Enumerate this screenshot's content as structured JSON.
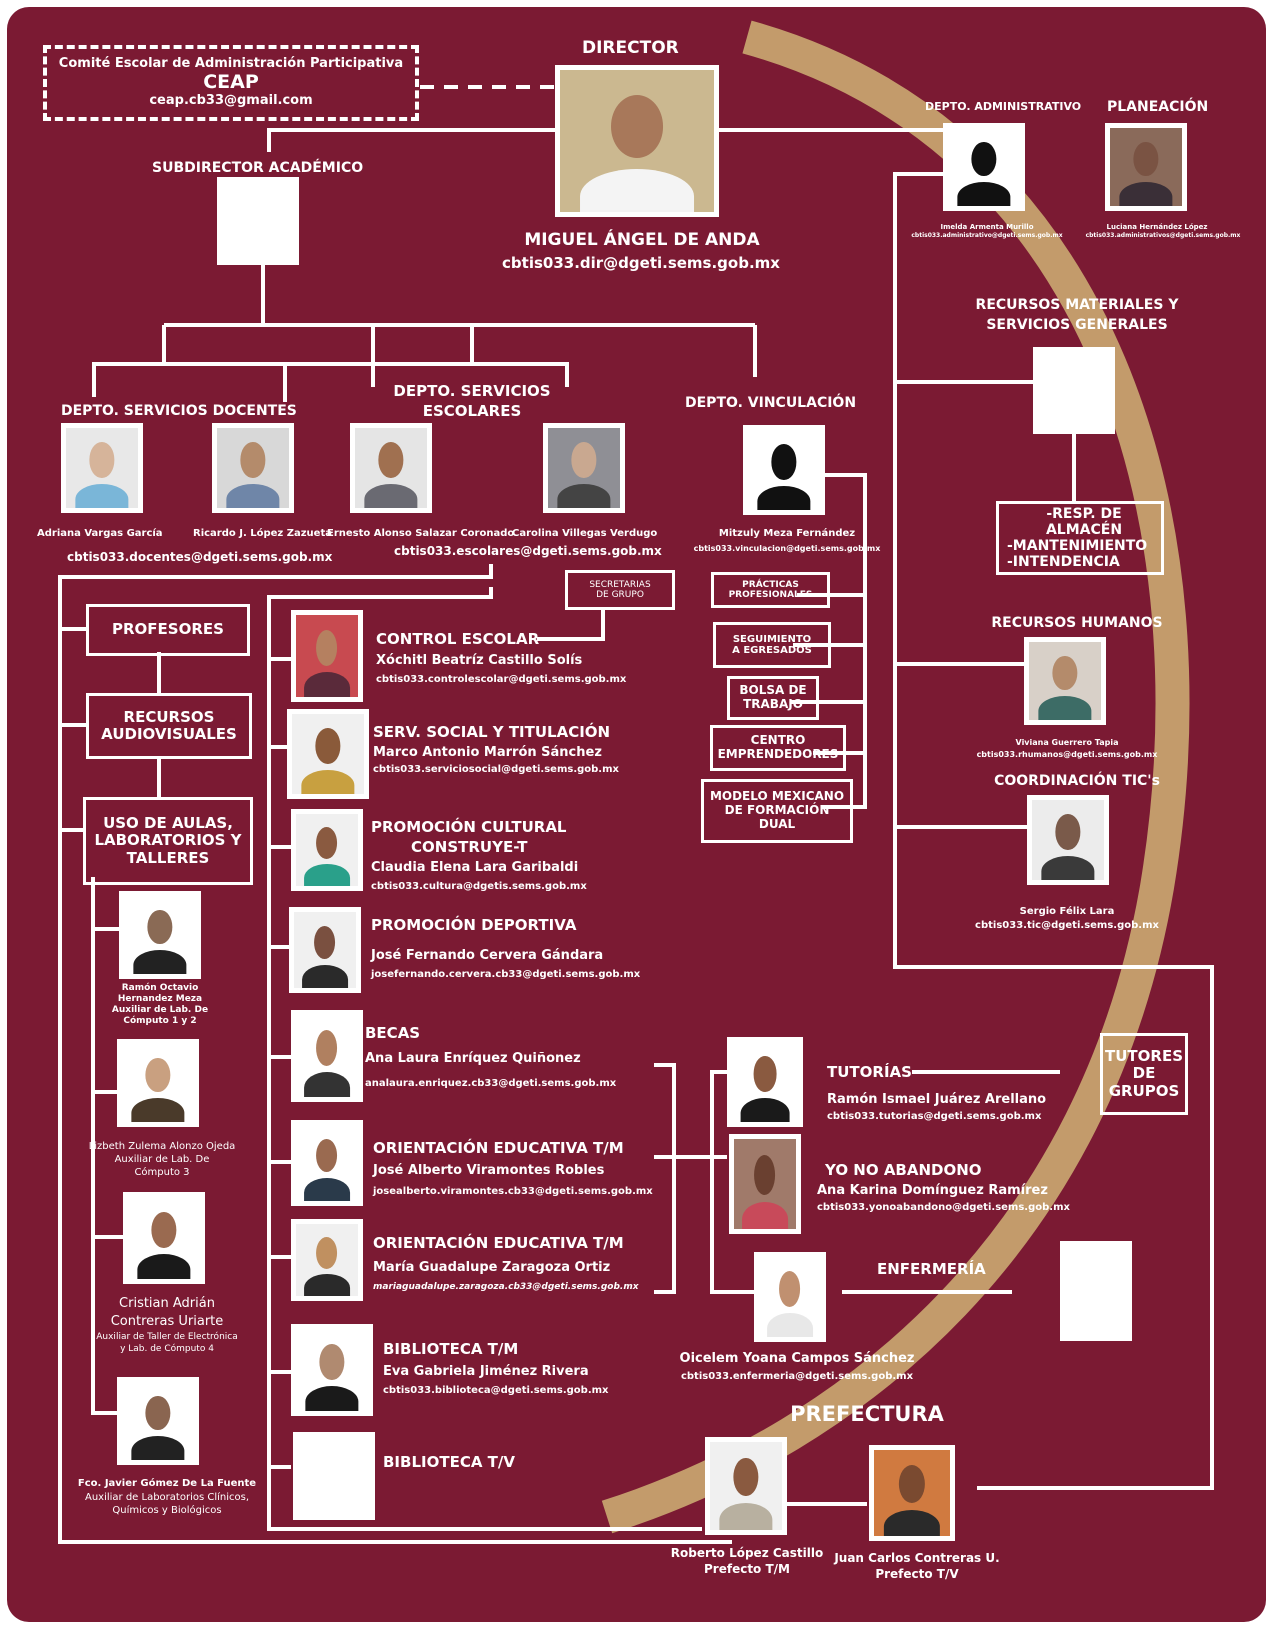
{
  "colors": {
    "background": "#7b1a33",
    "arc": "#c39b6b",
    "lines": "#ffffff"
  },
  "ceap": {
    "line1": "Comité Escolar de Administración Participativa",
    "line2": "CEAP",
    "email": "ceap.cb33@gmail.com"
  },
  "director": {
    "title": "DIRECTOR",
    "name": "MIGUEL ÁNGEL DE ANDA",
    "email": "cbtis033.dir@dgeti.sems.gob.mx"
  },
  "subdirector": {
    "title": "SUBDIRECTOR ACADÉMICO"
  },
  "admin": {
    "title": "DEPTO. ADMINISTRATIVO",
    "name": "Imelda Armenta Murillo",
    "email": "cbtis033.administrativo@dgeti.sems.gob.mx"
  },
  "planeacion": {
    "title": "PLANEACIÓN",
    "name": "Luciana Hernández López",
    "email": "cbtis033.administrativos@dgeti.sems.gob.mx"
  },
  "recursos_materiales": {
    "title1": "RECURSOS MATERIALES Y",
    "title2": "SERVICIOS GENERALES",
    "items": [
      "-RESP. DE ALMACÉN",
      "-MANTENIMIENTO",
      "-INTENDENCIA"
    ]
  },
  "recursos_humanos": {
    "title": "RECURSOS HUMANOS",
    "name": "Viviana Guerrero Tapia",
    "email": "cbtis033.rhumanos@dgeti.sems.gob.mx"
  },
  "tic": {
    "title": "COORDINACIÓN TIC's",
    "name": "Sergio Félix Lara",
    "email": "cbtis033.tic@dgeti.sems.gob.mx"
  },
  "docentes": {
    "title": "DEPTO. SERVICIOS DOCENTES",
    "person1": "Adriana Vargas García",
    "person2": "Ricardo J. López Zazueta",
    "email": "cbtis033.docentes@dgeti.sems.gob.mx"
  },
  "escolares": {
    "title1": "DEPTO. SERVICIOS",
    "title2": "ESCOLARES",
    "person1": "Ernesto Alonso Salazar Coronado",
    "person2": "Carolina Villegas Verdugo",
    "email": "cbtis033.escolares@dgeti.sems.gob.mx",
    "secretarias1": "SECRETARIAS",
    "secretarias2": "DE GRUPO"
  },
  "vinculacion": {
    "title": "DEPTO. VINCULACIÓN",
    "name": "Mitzuly Meza Fernández",
    "email": "cbtis033.vinculacion@dgeti.sems.gob.mx",
    "box1a": "PRÁCTICAS",
    "box1b": "PROFESIONALES",
    "box2a": "SEGUIMIENTO",
    "box2b": "A EGRESADOS",
    "box3a": "BOLSA DE",
    "box3b": "TRABAJO",
    "box4a": "CENTRO",
    "box4b": "EMPRENDEDORES",
    "box5a": "MODELO MEXICANO",
    "box5b": "DE FORMACIÓN",
    "box5c": "DUAL"
  },
  "left_column": {
    "profesores": "PROFESORES",
    "audiovisuales1": "RECURSOS",
    "audiovisuales2": "AUDIOVISUALES",
    "aulas1": "USO DE AULAS,",
    "aulas2": "LABORATORIOS Y",
    "aulas3": "TALLERES",
    "p1a": "Ramón Octavio",
    "p1b": "Hernandez Meza",
    "p1c": "Auxiliar de Lab. De",
    "p1d": "Cómputo 1 y 2",
    "p2a": "Lizbeth Zulema Alonzo Ojeda",
    "p2b": "Auxiliar de Lab. De",
    "p2c": "Cómputo 3",
    "p3a": "Cristian Adrián",
    "p3b": "Contreras Uriarte",
    "p3c": "Auxiliar de Taller de Electrónica",
    "p3d": "y Lab. de Cómputo 4",
    "p4a": "Fco. Javier Gómez De La Fuente",
    "p4b": "Auxiliar de Laboratorios Clínicos,",
    "p4c": "Químicos y Biológicos"
  },
  "middle": {
    "control_title": "CONTROL ESCOLAR",
    "control_name": "Xóchitl Beatríz Castillo Solís",
    "control_email": "cbtis033.controlescolar@dgeti.sems.gob.mx",
    "social_title": "SERV. SOCIAL Y TITULACIÓN",
    "social_name": "Marco Antonio Marrón Sánchez",
    "social_email": "cbtis033.serviciosocial@dgeti.sems.gob.mx",
    "cultural_title1": "PROMOCIÓN CULTURAL",
    "cultural_title2": "CONSTRUYE-T",
    "cultural_name": "Claudia Elena Lara Garibaldi",
    "cultural_email": "cbtis033.cultura@dgetis.sems.gob.mx",
    "deportiva_title": "PROMOCIÓN DEPORTIVA",
    "deportiva_name": "José Fernando Cervera Gándara",
    "deportiva_email": "josefernando.cervera.cb33@dgeti.sems.gob.mx",
    "becas_title": "BECAS",
    "becas_name": "Ana Laura Enríquez Quiñonez",
    "becas_email": "analaura.enriquez.cb33@dgeti.sems.gob.mx",
    "orient1_title": "ORIENTACIÓN EDUCATIVA T/M",
    "orient1_name": "José Alberto Viramontes Robles",
    "orient1_email": "josealberto.viramontes.cb33@dgeti.sems.gob.mx",
    "orient2_title": "ORIENTACIÓN EDUCATIVA T/M",
    "orient2_name": "María Guadalupe Zaragoza Ortiz",
    "orient2_email": "mariaguadalupe.zaragoza.cb33@dgeti.sems.gob.mx",
    "bib1_title": "BIBLIOTECA T/M",
    "bib1_name": "Eva Gabriela Jiménez Rivera",
    "bib1_email": "cbtis033.biblioteca@dgeti.sems.gob.mx",
    "bib2_title": "BIBLIOTECA T/V"
  },
  "right_lower": {
    "tutorias_title": "TUTORÍAS",
    "tutorias_name": "Ramón Ismael Juárez Arellano",
    "tutorias_email": "cbtis033.tutorias@dgeti.sems.gob.mx",
    "tutores1": "TUTORES",
    "tutores2": "DE",
    "tutores3": "GRUPOS",
    "yno_title": "YO NO ABANDONO",
    "yno_name": "Ana Karina Domínguez Ramírez",
    "yno_email": "cbtis033.yonoabandono@dgeti.sems.gob.mx",
    "enf_title": "ENFERMERÍA",
    "enf_name": "Oicelem Yoana Campos Sánchez",
    "enf_email": "cbtis033.enfermeria@dgeti.sems.gob.mx"
  },
  "prefectura": {
    "title": "PREFECTURA",
    "p1_name": "Roberto López Castillo",
    "p1_role": "Prefecto T/M",
    "p2_name": "Juan Carlos Contreras U.",
    "p2_role": "Prefecto T/V"
  }
}
